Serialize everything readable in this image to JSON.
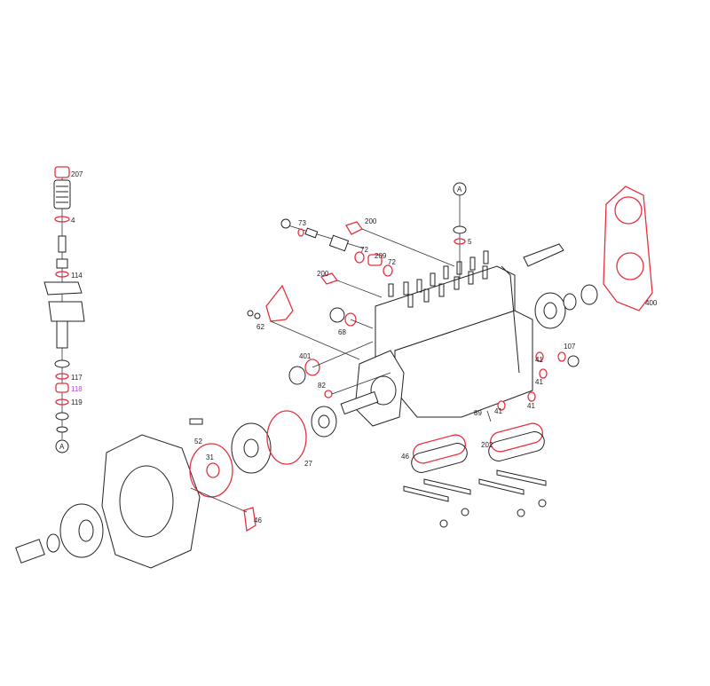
{
  "diagram": {
    "title": "Fuel injection pump exploded view",
    "colors": {
      "line": "#222222",
      "highlight": "#e8303f",
      "selected_label": "#c040e0"
    },
    "callouts": [
      "207",
      "4",
      "114",
      "117",
      "118",
      "119",
      "A",
      "A",
      "73",
      "200",
      "5",
      "72",
      "209",
      "72",
      "200",
      "62",
      "68",
      "401",
      "82",
      "107",
      "41",
      "41",
      "41",
      "41",
      "89",
      "400",
      "52",
      "31",
      "27",
      "46",
      "46",
      "202"
    ]
  }
}
